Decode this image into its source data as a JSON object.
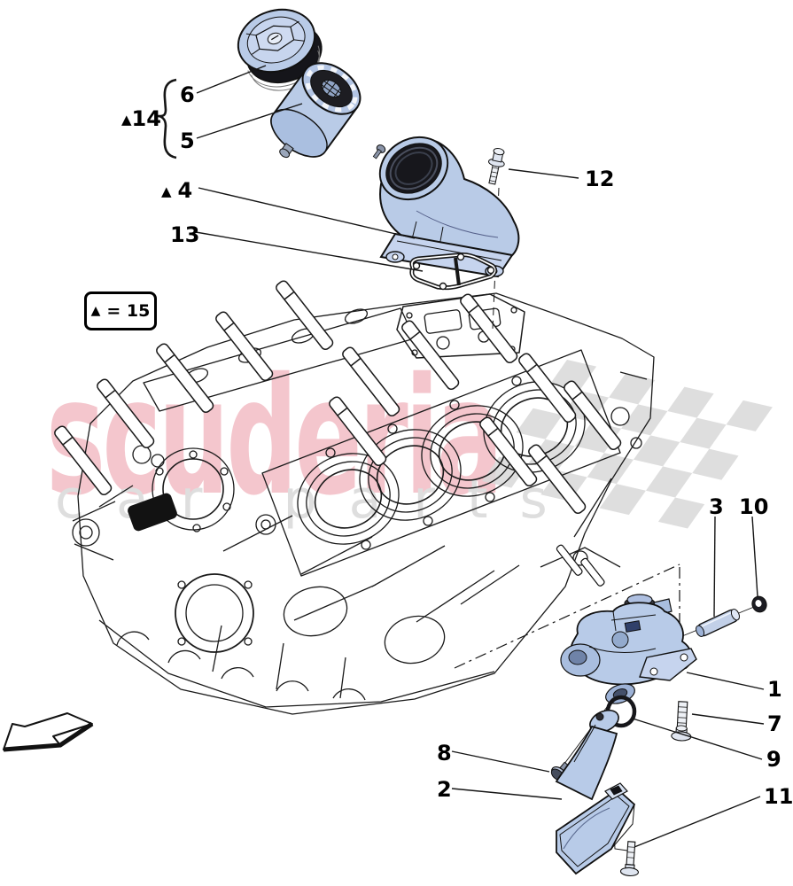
{
  "diagram": {
    "type": "exploded-parts-diagram",
    "subject": "engine block with oil filter and oil pump assembly"
  },
  "watermark": {
    "brand": "scuderia",
    "tagline": "car parts",
    "brand_color": "#d9415a",
    "tagline_color": "#dedede",
    "flag_color": "#d9d9d9"
  },
  "legend": {
    "triangle": "▲",
    "text": "= 15"
  },
  "groups": {
    "g14": {
      "triangle": "▲",
      "number": "14"
    },
    "g4": {
      "triangle": "▲",
      "number": "4"
    }
  },
  "callouts": {
    "1": "1",
    "2": "2",
    "3": "3",
    "5": "5",
    "6": "6",
    "7": "7",
    "8": "8",
    "9": "9",
    "10": "10",
    "11": "11",
    "12": "12",
    "13": "13"
  },
  "icons": {
    "assembly_marker": "▲",
    "direction_arrow": "hollow-arrow-down-left",
    "watermark_flag": "checkered-flag"
  },
  "colors": {
    "part_fill": "#b9cbe7",
    "part_fill_light": "#cdd9ef",
    "part_fill_shadow": "#9db2d6",
    "line": "#161616"
  }
}
